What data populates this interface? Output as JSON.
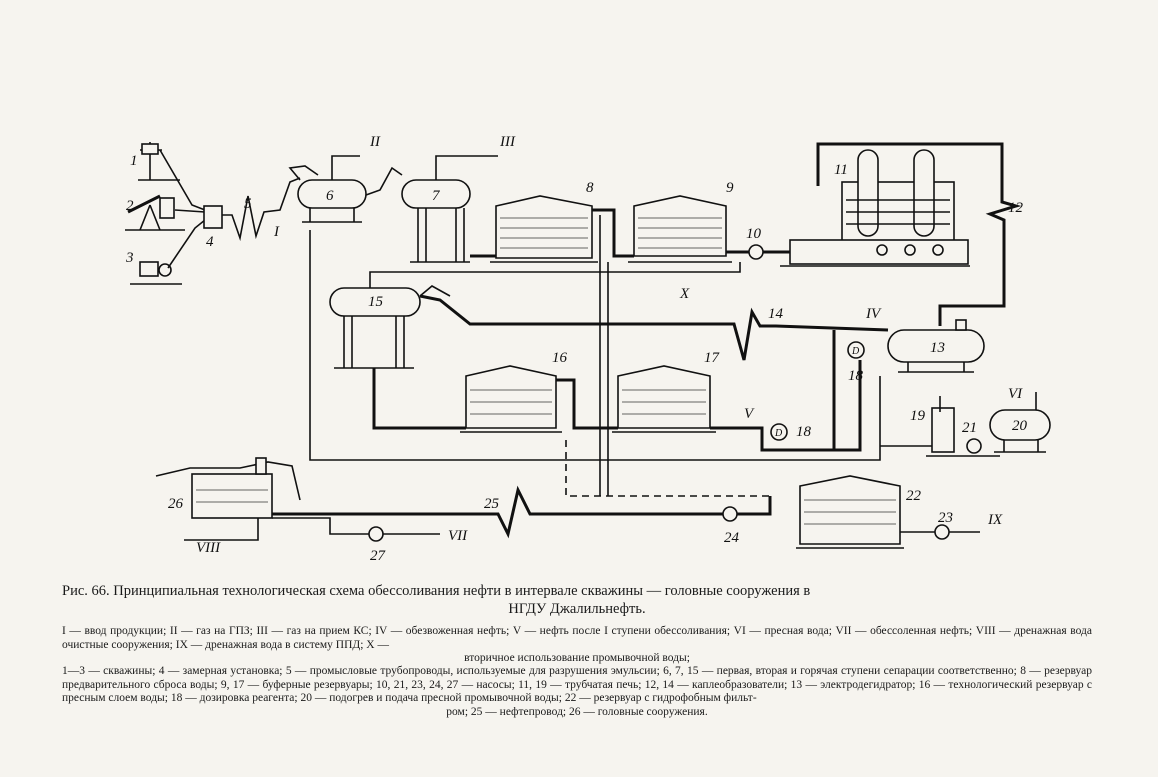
{
  "labels": {
    "well1": "1",
    "well2": "2",
    "well3": "3",
    "meter": "4",
    "pipe5": "5",
    "sep6": "6",
    "sep7": "7",
    "tank8": "8",
    "tank9": "9",
    "pump10": "10",
    "furnace11": "11",
    "pipe12": "12",
    "dehydrator13": "13",
    "coalescer14": "14",
    "sep15": "15",
    "tank16": "16",
    "tank17": "17",
    "dose18a": "18",
    "dose18b": "18",
    "furnace19": "19",
    "heater20": "20",
    "pump21": "21",
    "tank22": "22",
    "pump23": "23",
    "pump24": "24",
    "pipe25": "25",
    "head26": "26",
    "pump27": "27",
    "stream_I": "I",
    "stream_II": "II",
    "stream_III": "III",
    "stream_IV": "IV",
    "stream_V": "V",
    "stream_VI": "VI",
    "stream_VII": "VII",
    "stream_VIII": "VIII",
    "stream_IX": "IX",
    "stream_X": "X",
    "dose_symbol": "D",
    "dose_symbol2": "D"
  },
  "caption": {
    "line1": "Рис. 66. Принципиальная технологическая схема обессоливания нефти в интервале скважины — головные сооружения в",
    "line2": "НГДУ Джалильнефть."
  },
  "legend_streams": {
    "line1": "I — ввод продукции; II — газ на ГПЗ; III — газ на прием КС; IV — обезвоженная нефть; V — нефть после I ступени обессоливания; VI — пресная вода; VII — обессоленная нефть; VIII — дренажная вода очистные сооружения; IX — дренажная вода в систему ППД; X —",
    "line2": "вторичное использование промывочной воды;"
  },
  "legend_items": {
    "line1": "1—3 — скважины; 4 — замерная установка; 5 — промысловые трубопроводы, используемые для разрушения эмульсии; 6, 7, 15 — первая, вторая и горячая ступени сепарации соответственно; 8 — резервуар предварительного сброса воды; 9, 17 — буферные резервуары; 10, 21, 23, 24, 27 — насосы; 11, 19 — трубчатая печь; 12, 14 — каплеобразователи; 13 — электродегидратор; 16 — технологический резервуар с пресным слоем воды; 18 — дозировка реагента; 20 — подогрев и подача пресной промывочной воды; 22 — резервуар с гидрофобным фильт-",
    "line2": "ром; 25 — нефтепровод; 26 — головные сооружения."
  }
}
